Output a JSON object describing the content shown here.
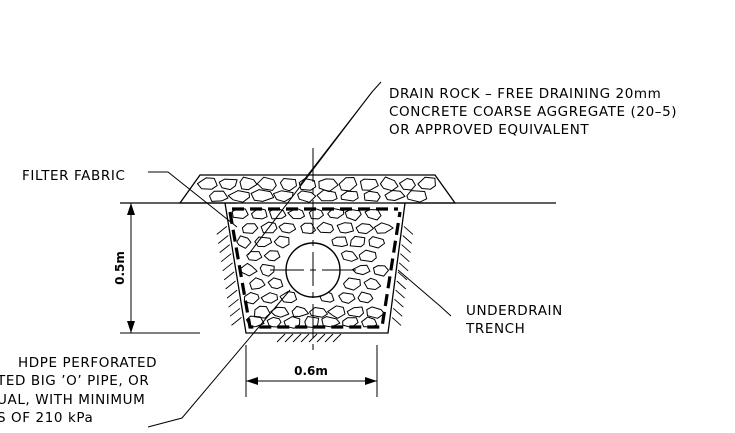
{
  "labels": {
    "drain_rock": [
      "DRAIN ROCK – FREE DRAINING 20mm",
      "CONCRETE COARSE AGGREGATE (20–5)",
      "OR APPROVED EQUIVALENT"
    ],
    "filter_fabric": "FILTER FABRIC",
    "underdrain_trench": [
      "UNDERDRAIN",
      "TRENCH"
    ],
    "pipe": [
      "HDPE PERFORATED",
      "TED BIG ’O’ PIPE, OR",
      "UAL, WITH MINIMUM",
      "S OF 210 kPa"
    ]
  },
  "dimensions": {
    "depth": "0.5m",
    "width": "0.6m"
  }
}
